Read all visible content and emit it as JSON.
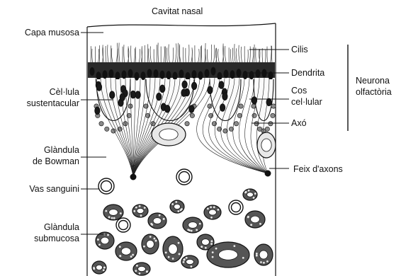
{
  "diagram": {
    "title": "Cavitat nasal",
    "labels": {
      "capa_musosa": "Capa musosa",
      "cellula_sustentacular": [
        "Cèl·lula",
        "sustentacular"
      ],
      "glandula_bowman": [
        "Glàndula",
        "de Bowman"
      ],
      "vas_sanguini": "Vas sanguini",
      "glandula_submucosa": [
        "Glàndula",
        "submucosa"
      ],
      "cilis": "Cilis",
      "dendrita": "Dendrita",
      "cos_cellular": [
        "Cos",
        "cel·lular"
      ],
      "axo": "Axó",
      "feix_axons": "Feix d'axons",
      "neurona_olfactoria": [
        "Neurona",
        "olfactòria"
      ]
    },
    "colors": {
      "ink": "#111111",
      "dark_fill": "#2a2a2a",
      "mid_fill": "#8a8a8a",
      "light_fill": "#e8e8e8"
    }
  }
}
